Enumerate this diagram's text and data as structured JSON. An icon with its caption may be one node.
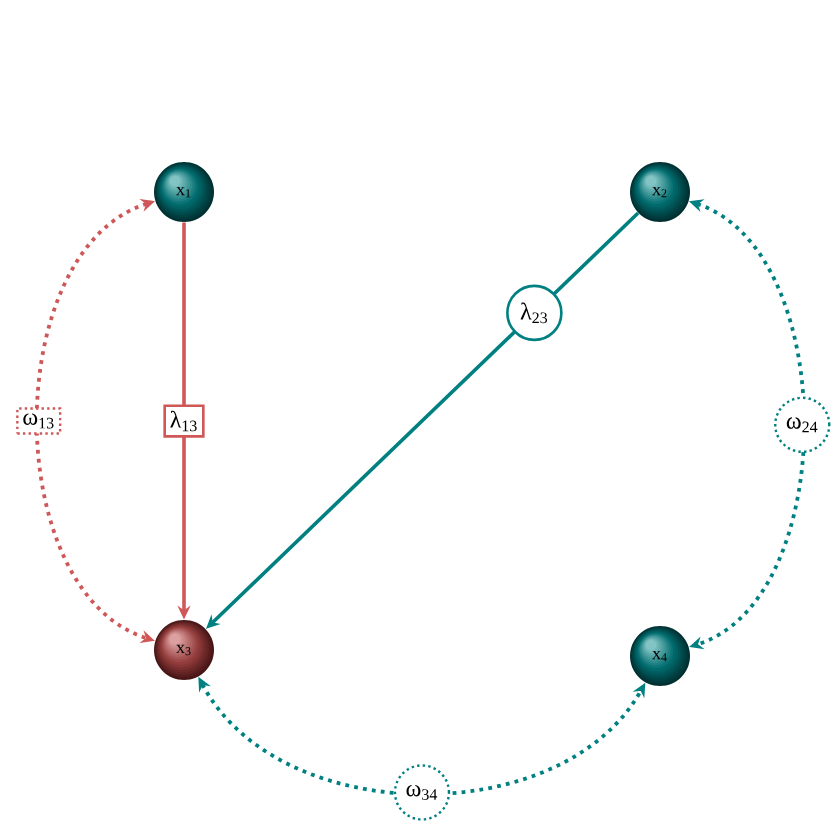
{
  "diagram": {
    "nodes": [
      {
        "text": [
          "x$_{1}$"
        ]
      },
      {
        "text": [
          "x$_{2}$"
        ]
      },
      {
        "text": [
          "x$_{3}$"
        ]
      },
      {
        "text": [
          "x$_{4}$"
        ]
      }
    ],
    "edges": [
      {
        "from": 0,
        "to": 2,
        "arrow": "to",
        "label": "λ$_{13}$",
        "color": "#cf5757"
      },
      {
        "from": 1,
        "to": 2,
        "arrow": "to",
        "label": "λ$_{23}$"
      },
      {
        "from": 0,
        "to": 2,
        "arrow": "both",
        "label": "ω$_{13}$",
        "style": "dashed",
        "color": "#cf5757"
      },
      {
        "from": 1,
        "to": 3,
        "arrow": "both",
        "label": "ω$_{24}$",
        "style": "dashed"
      },
      {
        "from": 2,
        "to": 3,
        "arrow": "both",
        "label": "ω$_{34}$",
        "style": "dashed"
      }
    ]
  }
}
